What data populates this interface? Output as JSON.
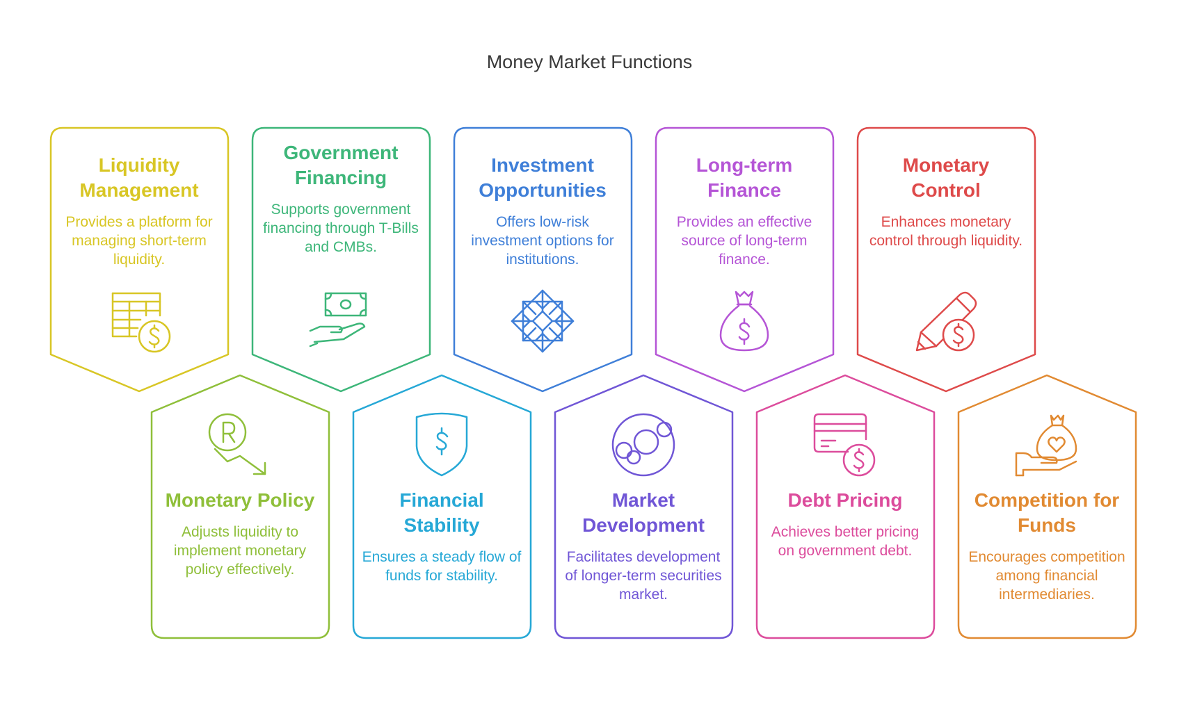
{
  "title": "Money Market Functions",
  "cards": [
    {
      "title": "Liquidity Management",
      "desc": "Provides a platform for managing short-term liquidity.",
      "color": "#d8c625",
      "icon": "table-dollar-icon"
    },
    {
      "title": "Government Financing",
      "desc": "Supports government financing through T-Bills and CMBs.",
      "color": "#3db679",
      "icon": "hand-banknote-icon"
    },
    {
      "title": "Investment Opportunities",
      "desc": "Offers low-risk investment options for institutions.",
      "color": "#3f7fd8",
      "icon": "snowflake-pattern-icon"
    },
    {
      "title": "Long-term Finance",
      "desc": "Provides an effective source of long-term finance.",
      "color": "#b555d6",
      "icon": "money-bag-icon"
    },
    {
      "title": "Monetary Control",
      "desc": "Enhances monetary control through liquidity.",
      "color": "#de4a4a",
      "icon": "pencil-dollar-icon"
    },
    {
      "title": "Monetary Policy",
      "desc": "Adjusts liquidity to implement monetary policy effectively.",
      "color": "#8fbf3a",
      "icon": "rupee-trend-down-icon"
    },
    {
      "title": "Financial Stability",
      "desc": "Ensures a steady flow of funds for stability.",
      "color": "#26a8d6",
      "icon": "shield-dollar-icon"
    },
    {
      "title": "Market Development",
      "desc": "Facilitates development of longer-term securities market.",
      "color": "#7056d6",
      "icon": "circles-network-icon"
    },
    {
      "title": "Debt Pricing",
      "desc": "Achieves better pricing on government debt.",
      "color": "#dc4c9c",
      "icon": "card-dollar-icon"
    },
    {
      "title": "Competition for Funds",
      "desc": "Encourages competition among financial intermediaries.",
      "color": "#e18a32",
      "icon": "hand-heart-bag-icon"
    }
  ]
}
